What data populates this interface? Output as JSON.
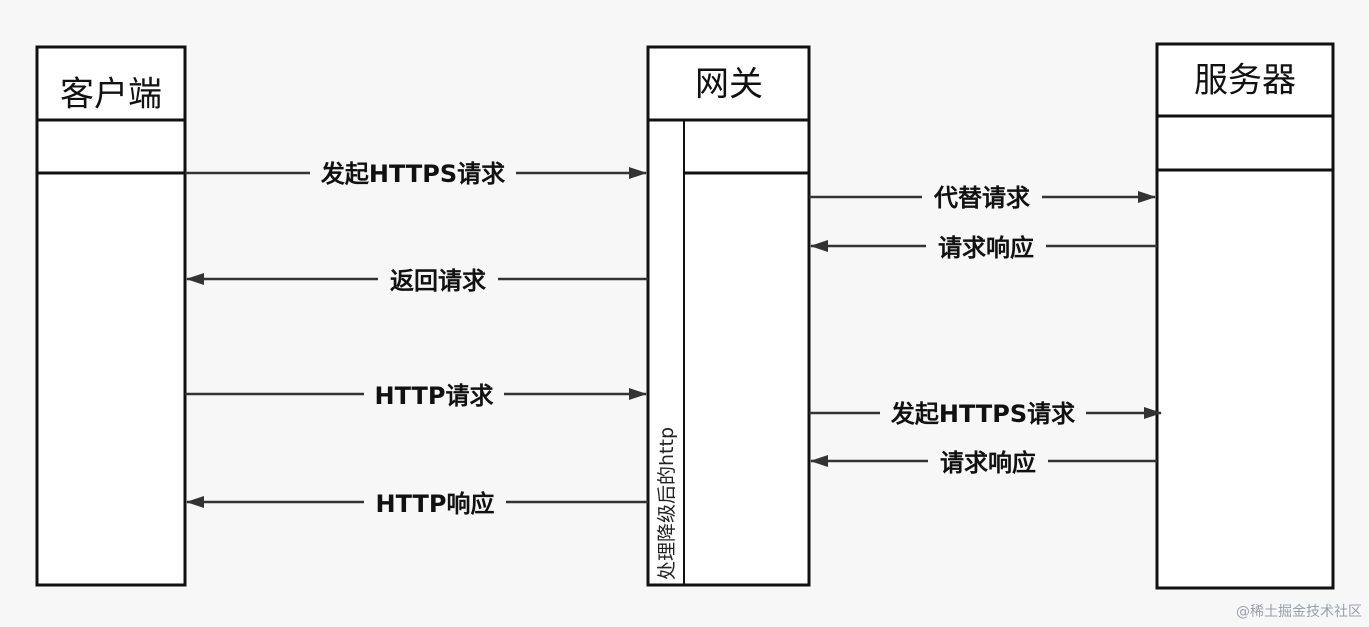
{
  "participants": {
    "client": {
      "label": "客户端"
    },
    "gateway": {
      "label": "网关",
      "note": "处理降级后的http"
    },
    "server": {
      "label": "服务器"
    }
  },
  "messages": [
    {
      "id": "m1",
      "label": "发起HTTPS请求",
      "from": "client",
      "to": "gateway"
    },
    {
      "id": "m2",
      "label": "代替请求",
      "from": "gateway",
      "to": "server"
    },
    {
      "id": "m3",
      "label": "请求响应",
      "from": "server",
      "to": "gateway"
    },
    {
      "id": "m4",
      "label": "返回请求",
      "from": "gateway",
      "to": "client"
    },
    {
      "id": "m5",
      "label": "HTTP请求",
      "from": "client",
      "to": "gateway"
    },
    {
      "id": "m6",
      "label": "发起HTTPS请求",
      "from": "gateway",
      "to": "server"
    },
    {
      "id": "m7",
      "label": "请求响应",
      "from": "server",
      "to": "gateway"
    },
    {
      "id": "m8",
      "label": "HTTP响应",
      "from": "gateway",
      "to": "client"
    }
  ],
  "watermark": "@稀土掘金技术社区"
}
